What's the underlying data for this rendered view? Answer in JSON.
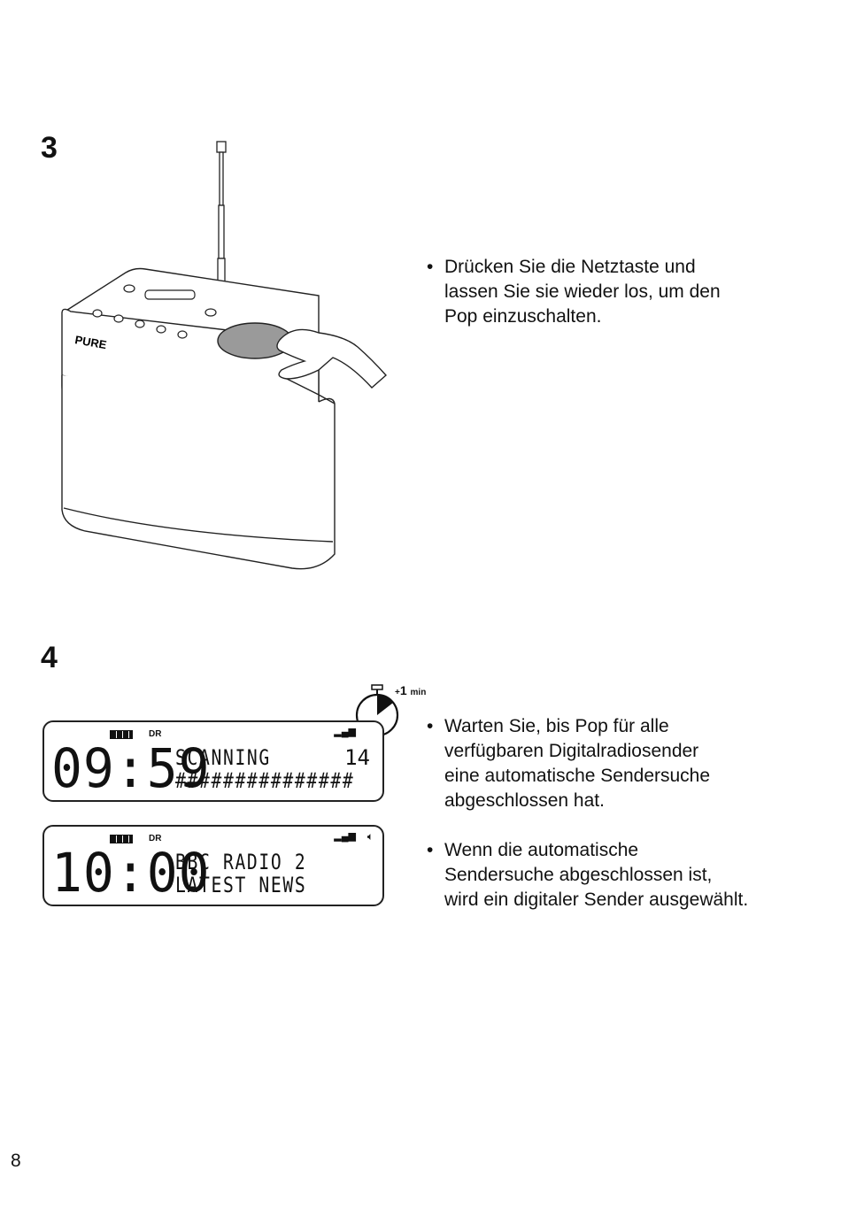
{
  "step3": {
    "number": "3",
    "bullets": [
      {
        "lines": [
          "Drücken Sie die Netztaste und",
          "lassen Sie sie wieder los, um den",
          "Pop einzuschalten."
        ]
      }
    ],
    "device_brand": "PURE"
  },
  "step4": {
    "number": "4",
    "timer": {
      "prefix": "+",
      "value": "1",
      "unit": "min"
    },
    "bullets": [
      {
        "lines": [
          "Warten Sie, bis Pop für alle",
          "verfügbaren Digitalradiosender",
          "eine automatische Sendersuche",
          "abgeschlossen hat."
        ]
      },
      {
        "lines": [
          "Wenn die automatische",
          "Sendersuche abgeschlossen ist,",
          "wird ein digitaler Sender ausgewählt."
        ]
      }
    ],
    "lcd1": {
      "indicator": "DR",
      "clock": "09:59",
      "line1": "SCANNING",
      "count": "14",
      "line2": "###############"
    },
    "lcd2": {
      "indicator": "DR",
      "clock": "10:00",
      "line1": "BBC RADIO 2",
      "line2": "LATEST NEWS"
    }
  },
  "page_number": "8"
}
